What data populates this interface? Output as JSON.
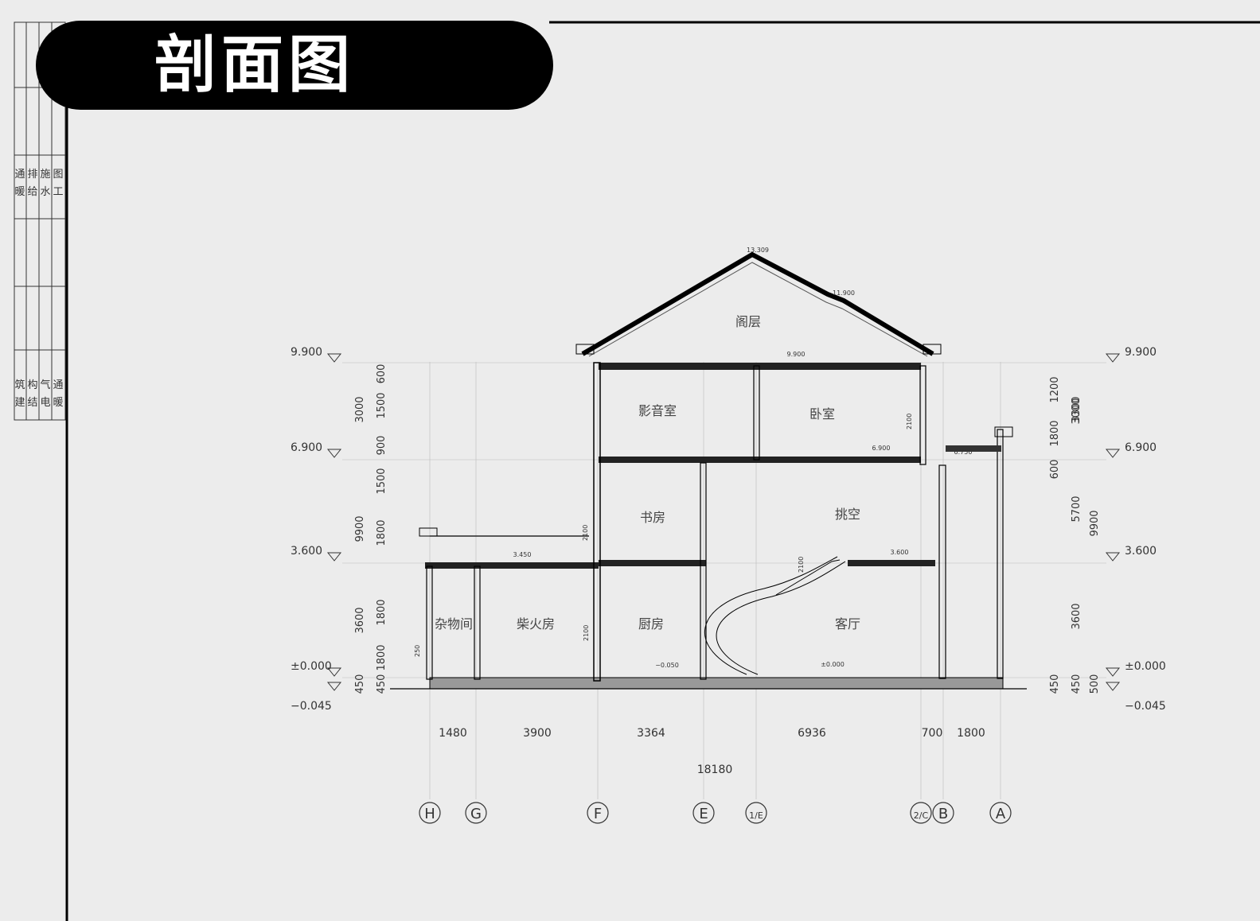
{
  "title": "剖面图",
  "side_labels": {
    "top": [
      "暖",
      "通",
      "给",
      "排",
      "水",
      "施",
      "工",
      "图"
    ],
    "bottom": [
      "建",
      "筑",
      "结",
      "构",
      "电",
      "气",
      "暖",
      "通"
    ]
  },
  "levels": [
    {
      "label": "9.900",
      "value": 9.9
    },
    {
      "label": "6.900",
      "value": 6.9
    },
    {
      "label": "3.600",
      "value": 3.6
    },
    {
      "label": "±0.000",
      "value": 0.0
    },
    {
      "label": "−0.045",
      "value": -0.045
    }
  ],
  "elevation_marks": [
    "13.309",
    "11.900",
    "9.900",
    "6.900",
    "6.750",
    "3.450",
    "3.600",
    "−0.050",
    "±0.000"
  ],
  "rooms": [
    "阁层",
    "影音室",
    "卧室",
    "书房",
    "挑空",
    "杂物间",
    "柴火房",
    "厨房",
    "客厅"
  ],
  "dims_left_outer": [
    "450",
    "3600",
    "9900",
    "3000"
  ],
  "dims_left_inner": [
    "450",
    "1800",
    "1800",
    "1800",
    "1500",
    "900",
    "1500",
    "600"
  ],
  "dims_right_inner": [
    "450",
    "3600",
    "5700",
    "3300",
    "3000"
  ],
  "dims_right_outer": [
    "500",
    "9900"
  ],
  "dims_right_extra": [
    "1800",
    "1200",
    "600",
    "450"
  ],
  "window_marks": [
    "2100",
    "2100",
    "2100",
    "2100",
    "250"
  ],
  "spans": [
    "1480",
    "3900",
    "3364",
    "6936",
    "700",
    "1800"
  ],
  "total_span": "18180",
  "axes": [
    "H",
    "G",
    "F",
    "E",
    "1/E",
    "2/C",
    "B",
    "A"
  ]
}
